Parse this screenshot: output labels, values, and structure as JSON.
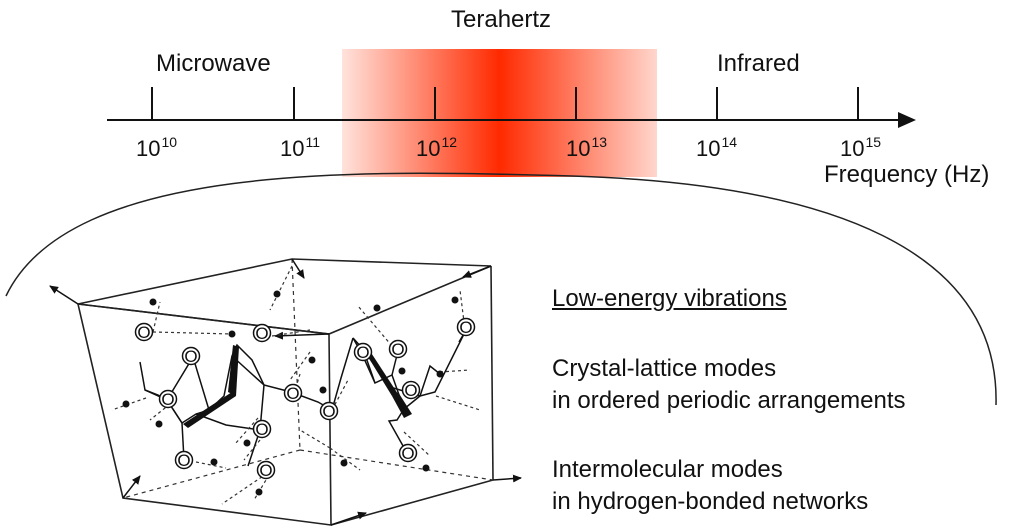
{
  "band": {
    "label": "Terahertz",
    "color": "#ff2200"
  },
  "regions": {
    "left": "Microwave",
    "right": "Infrared"
  },
  "axis": {
    "label": "Frequency (Hz)",
    "ticks": [
      {
        "base": "10",
        "exp": "10"
      },
      {
        "base": "10",
        "exp": "11"
      },
      {
        "base": "10",
        "exp": "12"
      },
      {
        "base": "10",
        "exp": "13"
      },
      {
        "base": "10",
        "exp": "14"
      },
      {
        "base": "10",
        "exp": "15"
      }
    ]
  },
  "notes": {
    "heading": "Low-energy vibrations",
    "lattice_line1": "Crystal-lattice modes",
    "lattice_line2": "in ordered periodic arrangements",
    "inter_line1": "Intermolecular modes",
    "inter_line2": "in hydrogen-bonded networks"
  },
  "atoms": {
    "oxygen_symbol": "O"
  }
}
